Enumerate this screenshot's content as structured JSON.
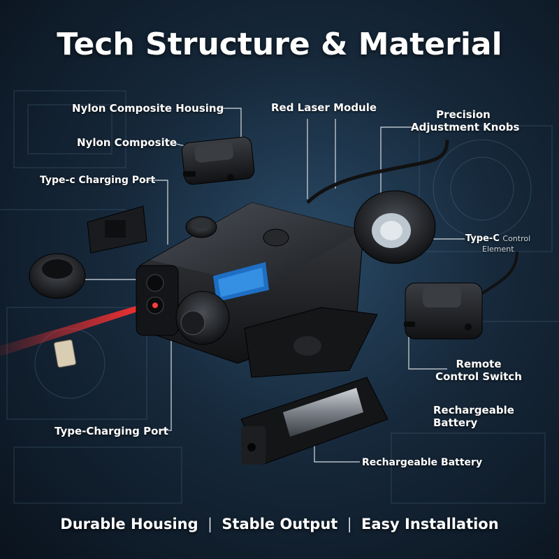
{
  "title": "Tech Structure & Material",
  "labels": {
    "nylon_composite_housing": "Nylon Composite Housing",
    "red_laser_module": "Red Laser Module",
    "precision_line1": "Precision",
    "precision_line2": "Adjustment Knobs",
    "nylon_composite": "Nylon Composite",
    "type_c_charging_port": "Type-c Charging Port",
    "type_c_control_a": "Type-C",
    "type_c_control_b": "Control",
    "type_c_control_c": "Element",
    "remote_line1": "Remote",
    "remote_line2": "Control Switch",
    "rechargeable_line1": "Rechargeable",
    "rechargeable_line2": "Battery",
    "type_charging_port": "Type-Charging Port",
    "rechargeable_battery": "Rechargeable Battery"
  },
  "footer": {
    "item1": "Durable Housing",
    "item2": "Stable Output",
    "item3": "Easy Installation",
    "separator": "|"
  },
  "colors": {
    "laser": "#ff2a2a",
    "accent_blue": "#1e88e5",
    "device_body": "#1a1c1f"
  }
}
